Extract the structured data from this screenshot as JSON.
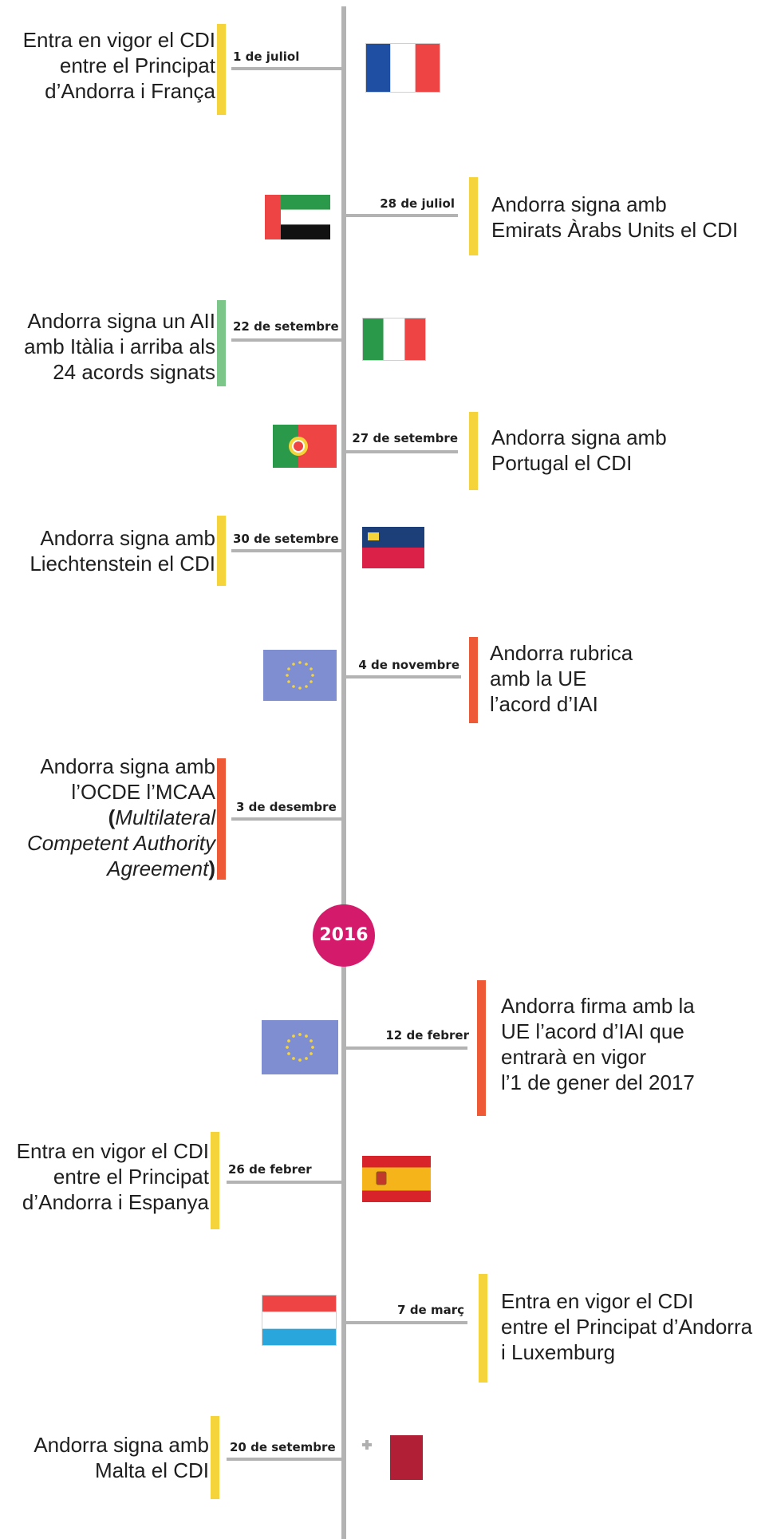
{
  "year_marker": "2016",
  "colors": {
    "axis": "#b3b3b3",
    "bar_yellow": "#f5d33a",
    "bar_green": "#7cc68a",
    "bar_orange": "#ee5a36",
    "year_circle": "#d41b6b"
  },
  "events": [
    {
      "date": "1 de juliol",
      "lines": [
        "Entra en vigor el CDI",
        "entre el Principat",
        "d’Andorra i França"
      ],
      "flag": "france-flag",
      "bar": "yellow"
    },
    {
      "date": "28 de juliol",
      "lines": [
        "Andorra signa amb",
        "Emirats Àrabs Units el CDI"
      ],
      "flag": "uae-flag",
      "bar": "yellow"
    },
    {
      "date": "22 de setembre",
      "lines": [
        "Andorra signa un AII",
        "amb Itàlia i arriba als",
        "24 acords signats"
      ],
      "flag": "italy-flag",
      "bar": "green"
    },
    {
      "date": "27 de setembre",
      "lines": [
        "Andorra signa amb",
        "Portugal el CDI"
      ],
      "flag": "portugal-flag",
      "bar": "yellow"
    },
    {
      "date": "30 de setembre",
      "lines": [
        "Andorra signa amb",
        "Liechtenstein el CDI"
      ],
      "flag": "liechtenstein-flag",
      "bar": "yellow"
    },
    {
      "date": "4 de novembre",
      "lines": [
        "Andorra rubrica",
        "amb la UE",
        "l’acord d’IAI"
      ],
      "flag": "eu-flag",
      "bar": "orange"
    },
    {
      "date": "3 de desembre",
      "lines": [
        "Andorra signa amb",
        "l’OCDE l’MCAA",
        "(Multilateral",
        "Competent Authority",
        "Agreement)"
      ],
      "flag": "",
      "bar": "orange"
    },
    {
      "date": "12 de febrer",
      "lines": [
        "Andorra firma amb la",
        "UE l’acord d’IAI que",
        "entrarà en vigor",
        "l’1 de gener del 2017"
      ],
      "flag": "eu-flag",
      "bar": "orange"
    },
    {
      "date": "26 de febrer",
      "lines": [
        "Entra en vigor el CDI",
        "entre el Principat",
        "d’Andorra i Espanya"
      ],
      "flag": "spain-flag",
      "bar": "yellow"
    },
    {
      "date": "7 de març",
      "lines": [
        "Entra en vigor el CDI",
        "entre el Principat d’Andorra",
        "i Luxemburg"
      ],
      "flag": "luxembourg-flag",
      "bar": "yellow"
    },
    {
      "date": "20 de setembre",
      "lines": [
        "Andorra signa amb",
        "Malta el CDI"
      ],
      "flag": "malta-flag",
      "bar": "yellow"
    }
  ]
}
